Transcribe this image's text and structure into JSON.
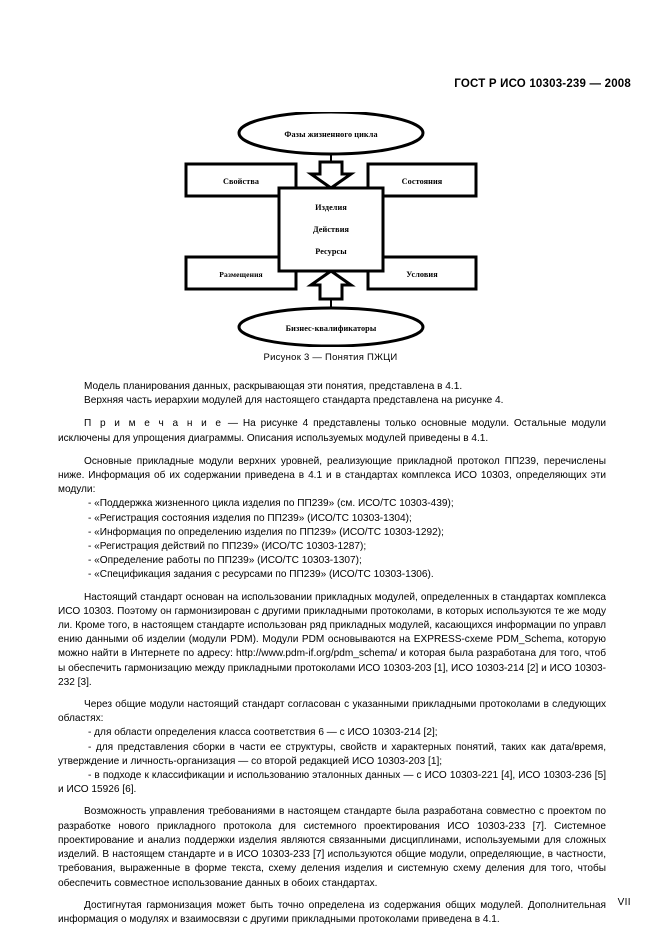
{
  "header": {
    "standard_ref": "ГОСТ Р ИСО 10303-239 — 2008"
  },
  "figure": {
    "caption": "Рисунок 3 — Понятия ПЖЦИ",
    "top_ellipse": "Фазы жизненного цикла",
    "bottom_ellipse": "Бизнес-квалификаторы",
    "box_top_left": "Свойства",
    "box_top_right": "Состояния",
    "box_bottom_left": "Размещения",
    "box_bottom_right": "Условия",
    "center_lines": [
      "Изделия",
      "Действия",
      "Ресурсы"
    ],
    "stroke_color": "#000000",
    "fill_color": "#ffffff"
  },
  "body": {
    "para_model_line1": "Модель планирования данных,  раскрывающая эти понятия, представлена в 4.1.",
    "para_model_line2": "Верхняя часть иерархии модулей для настоящего стандарта представлена на рисунке 4.",
    "note_word": "П р и м е ч а н и е",
    "note_text": " — На рисунке 4 представлены только основные модули. Остальные модули исключены для упрощения   диаграммы. Описания используемых  модулей  приведены  в 4.1.",
    "para_modules": "Основные прикладные модули верхних уровней, реализующие прикладной протокол ПП239, перечислены ниже. Информация об их содержании приведена в 4.1 и в стандартах комплекса ИСО 10303, определяющих эти модули:",
    "module_list": [
      "- «Поддержка жизненного цикла изделия по ПП239» (см. ИСО/ТС 10303-439);",
      "- «Регистрация состояния изделия по ПП239» (ИСО/ТС 10303-1304);",
      "- «Информация по определению изделия по ПП239» (ИСО/ТС 10303-1292);",
      "- «Регистрация действий по ПП239» (ИСО/ТС 10303-1287);",
      "- «Определение работы по ПП239» (ИСО/ТС 10303-1307);",
      "- «Спецификация задания с ресурсами по ПП239» (ИСО/ТС 10303-1306)."
    ],
    "para_harmonized": "Настоящий стандарт основан на использовании прикладных модулей, определенных в стандартах комплекса ИСО 10303. Поэтому он гармонизирован с другими прикладными протоколами, в которых используются те же модули. Кроме того, в настоящем стандарте использован ряд прикладных модулей, касающихся информации по управлению данными об изделии (модули PDM). Модули PDM основываются на  EXPRESS-схеме PDM_Schema, которую можно найти в Интернете по адресу: http://www.pdm-if.org/pdm_schema/ и которая была разработана для того, чтобы обеспечить гармонизацию между прикладными протоколами ИСО 10303-203 [1], ИСО 10303-214 [2] и ИСО 10303-232 [3].",
    "para_common_modules": "Через общие модули настоящий стандарт согласован с указанными прикладными протоколами в следующих областях:",
    "areas_list": [
      "- для области определения класса соответствия 6 — с ИСО 10303-214 [2];",
      "- для представления сборки в части ее структуры, свойств и характерных понятий, таких как дата/время, утверждение и личность-организация — со второй редакцией ИСО 10303-203 [1];",
      "- в подходе к классификации и использованию эталонных данных — с ИСО  10303-221 [4], ИСО 10303-236 [5] и ИСО 15926 [6]."
    ],
    "para_requirements": "Возможность управления требованиями в настоящем стандарте была разработана совместно с проектом по разработке нового прикладного протокола для системного проектирования ИСО 10303-233 [7]. Системное проектирование и анализ поддержки изделия являются связанными дисциплинами, используемыми для сложных изделий. В настоящем стандарте и в ИСО 10303-233 [7] используются общие модули, определяющие, в частности, требования, выраженные в форме текста, схему деления изделия и системную схему деления для того, чтобы обеспечить совместное использование данных в обоих стандартах.",
    "para_final": "Достигнутая гармонизация может быть точно определена из содержания общих модулей. Дополнительная информация о модулях и взаимосвязи с другими прикладными протоколами приведена в 4.1."
  },
  "footer": {
    "page_number": "VII"
  }
}
